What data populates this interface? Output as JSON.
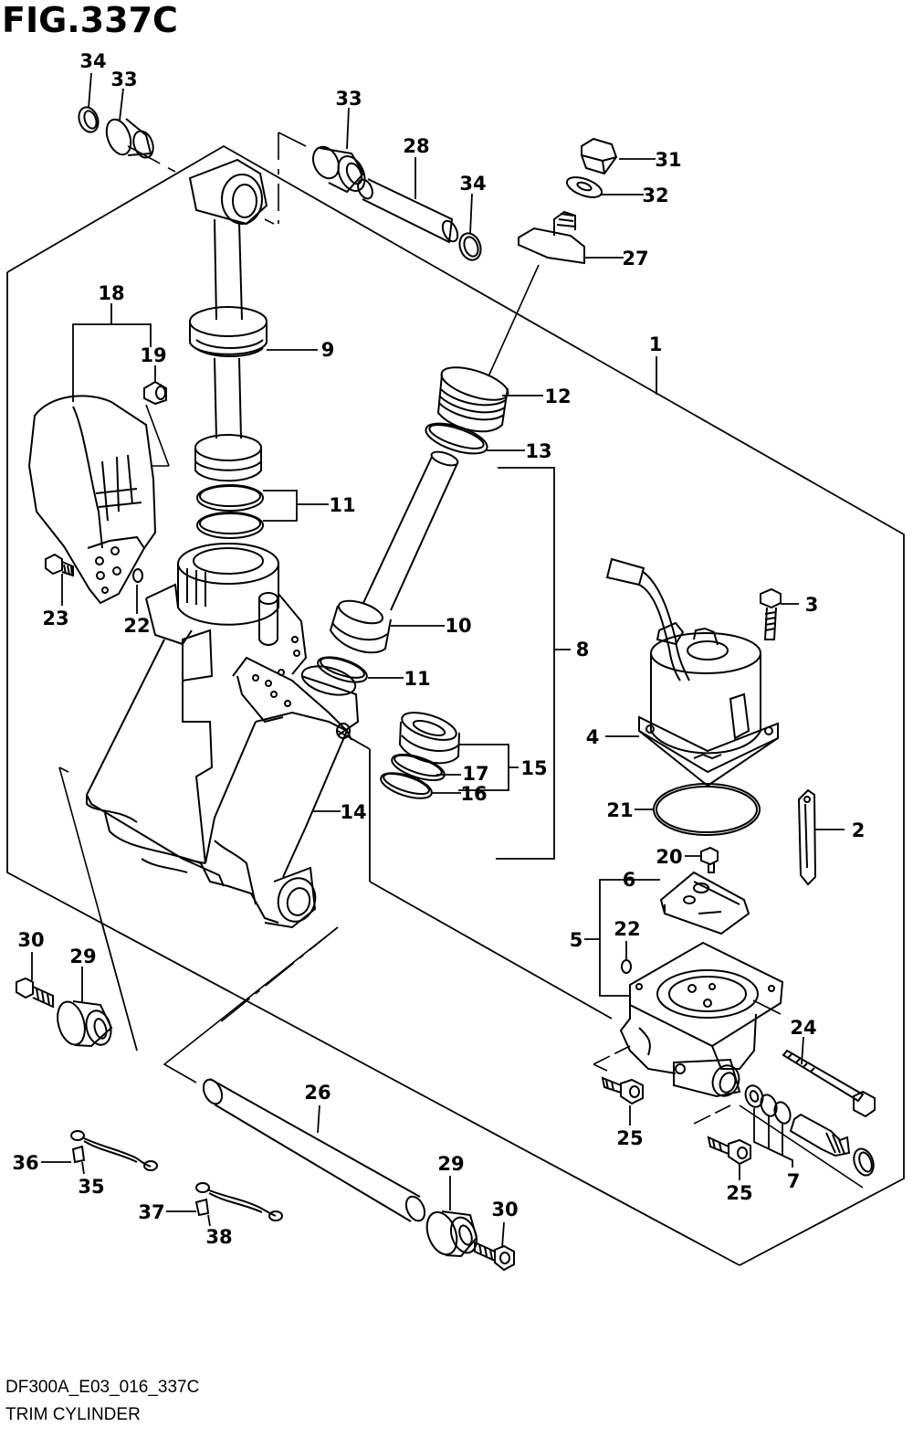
{
  "figure_title": "FIG.337C",
  "drawing_code": "DF300A_E03_016_337C",
  "caption": "TRIM CYLINDER",
  "callouts": [
    "1",
    "2",
    "3",
    "4",
    "5",
    "6",
    "7",
    "8",
    "9",
    "10",
    "11",
    "11",
    "12",
    "13",
    "14",
    "15",
    "16",
    "17",
    "18",
    "19",
    "20",
    "21",
    "22",
    "22",
    "23",
    "24",
    "25",
    "25",
    "26",
    "27",
    "28",
    "29",
    "29",
    "30",
    "30",
    "31",
    "32",
    "33",
    "33",
    "34",
    "34",
    "35",
    "36",
    "37",
    "38"
  ],
  "parts": {
    "main_body": "trim-cylinder-body",
    "motor": "trim-motor",
    "pump": "pump-assembly"
  }
}
